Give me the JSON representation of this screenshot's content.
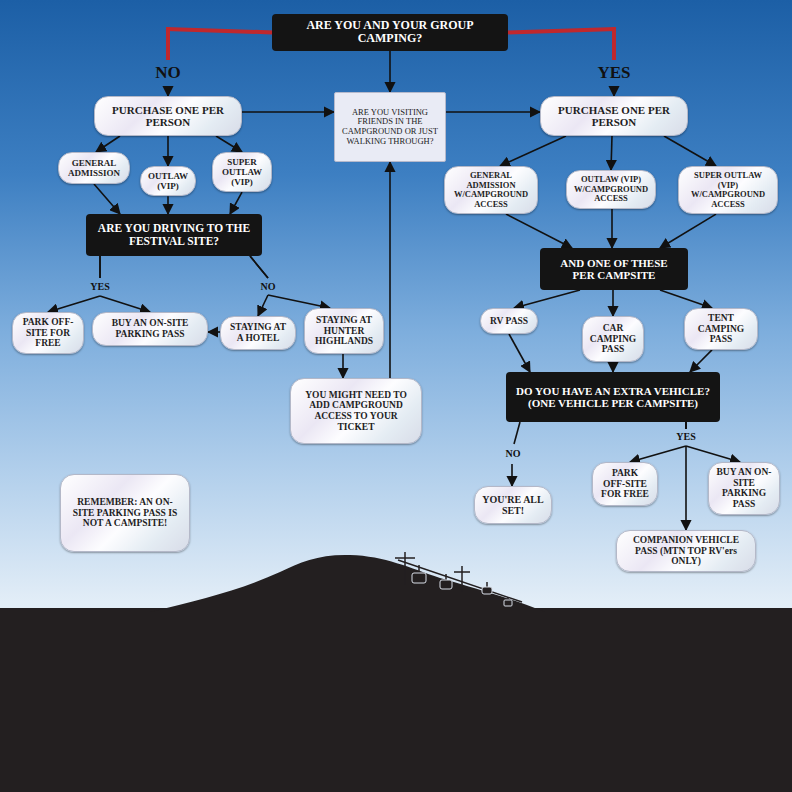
{
  "diagram": {
    "nodes": [
      {
        "text": [
          "ARE YOU AND YOUR GROUP CAMPING?"
        ]
      },
      {
        "text": [
          "PURCHASE ONE PER PERSON"
        ]
      },
      {
        "text": [
          "ARE YOU VISITING FRIENDS IN THE CAMPGROUND OR JUST WALKING THROUGH?"
        ]
      },
      {
        "text": [
          "PURCHASE ONE PER PERSON"
        ]
      },
      {
        "text": [
          "GENERAL ADMISSION"
        ]
      },
      {
        "text": [
          "OUTLAW (VIP)"
        ]
      },
      {
        "text": [
          "SUPER OUTLAW (VIP)"
        ]
      },
      {
        "text": [
          "GENERAL ADMISSION W/CAMPGROUND ACCESS"
        ]
      },
      {
        "text": [
          "OUTLAW (VIP) W/CAMPGROUND ACCESS"
        ]
      },
      {
        "text": [
          "SUPER OUTLAW (VIP) W/CAMPGROUND ACCESS"
        ]
      },
      {
        "text": [
          "ARE YOU DRIVING TO THE FESTIVAL SITE?"
        ]
      },
      {
        "text": [
          "AND ONE OF THESE PER CAMPSITE"
        ]
      },
      {
        "text": [
          "PARK OFF-SITE FOR FREE"
        ]
      },
      {
        "text": [
          "BUY AN ON-SITE PARKING PASS"
        ]
      },
      {
        "text": [
          "STAYING AT A HOTEL"
        ]
      },
      {
        "text": [
          "STAYING AT HUNTER HIGHLANDS"
        ]
      },
      {
        "text": [
          "RV PASS"
        ]
      },
      {
        "text": [
          "CAR CAMPING PASS"
        ]
      },
      {
        "text": [
          "TENT CAMPING PASS"
        ]
      },
      {
        "text": [
          "DO YOU HAVE AN EXTRA VEHICLE? (ONE VEHICLE PER CAMPSITE)"
        ]
      },
      {
        "text": [
          "YOU MIGHT NEED TO ADD CAMPGROUND ACCESS TO YOUR TICKET"
        ]
      },
      {
        "text": [
          "REMEMBER: AN ON-SITE PARKING PASS IS NOT A CAMPSITE!"
        ]
      },
      {
        "text": [
          "YOU'RE ALL SET!"
        ]
      },
      {
        "text": [
          "PARK OFF-SITE FOR FREE"
        ]
      },
      {
        "text": [
          "BUY AN ON-SITE PARKING PASS"
        ]
      },
      {
        "text": [
          "COMPANION VEHICLE PASS (MTN TOP RV'ers ONLY)"
        ]
      }
    ],
    "edges": [
      {
        "from": 0,
        "to": 1,
        "label": "NO",
        "arrow": "to"
      },
      {
        "from": 0,
        "to": 2,
        "arrow": "to"
      },
      {
        "from": 0,
        "to": 3,
        "label": "YES",
        "arrow": "to"
      },
      {
        "from": 1,
        "to": 2,
        "arrow": "to"
      },
      {
        "from": 2,
        "to": 3,
        "arrow": "to"
      },
      {
        "from": 1,
        "to": 4,
        "arrow": "to"
      },
      {
        "from": 1,
        "to": 5,
        "arrow": "to"
      },
      {
        "from": 1,
        "to": 6,
        "arrow": "to"
      },
      {
        "from": 3,
        "to": 7,
        "arrow": "to"
      },
      {
        "from": 3,
        "to": 8,
        "arrow": "to"
      },
      {
        "from": 3,
        "to": 9,
        "arrow": "to"
      },
      {
        "from": 4,
        "to": 10,
        "arrow": "to"
      },
      {
        "from": 5,
        "to": 10,
        "arrow": "to"
      },
      {
        "from": 6,
        "to": 10,
        "arrow": "to"
      },
      {
        "from": 7,
        "to": 11,
        "arrow": "to"
      },
      {
        "from": 8,
        "to": 11,
        "arrow": "to"
      },
      {
        "from": 9,
        "to": 11,
        "arrow": "to"
      },
      {
        "from": 10,
        "to": 12,
        "label": "YES",
        "arrow": "to"
      },
      {
        "from": 10,
        "to": 13,
        "arrow": "to"
      },
      {
        "from": 10,
        "to": 14,
        "label": "NO",
        "arrow": "to"
      },
      {
        "from": 10,
        "to": 15,
        "arrow": "to"
      },
      {
        "from": 14,
        "to": 13,
        "arrow": "to"
      },
      {
        "from": 15,
        "to": 20,
        "arrow": "to"
      },
      {
        "from": 20,
        "to": 2,
        "arrow": "to"
      },
      {
        "from": 11,
        "to": 16,
        "arrow": "to"
      },
      {
        "from": 11,
        "to": 17,
        "arrow": "to"
      },
      {
        "from": 11,
        "to": 18,
        "arrow": "to"
      },
      {
        "from": 16,
        "to": 19,
        "arrow": "to"
      },
      {
        "from": 17,
        "to": 19,
        "arrow": "to"
      },
      {
        "from": 18,
        "to": 19,
        "arrow": "to"
      },
      {
        "from": 19,
        "to": 22,
        "label": "NO",
        "arrow": "to"
      },
      {
        "from": 19,
        "to": 23,
        "label": "YES",
        "arrow": "to"
      },
      {
        "from": 19,
        "to": 24,
        "arrow": "to"
      },
      {
        "from": 19,
        "to": 25,
        "arrow": "to"
      }
    ]
  }
}
